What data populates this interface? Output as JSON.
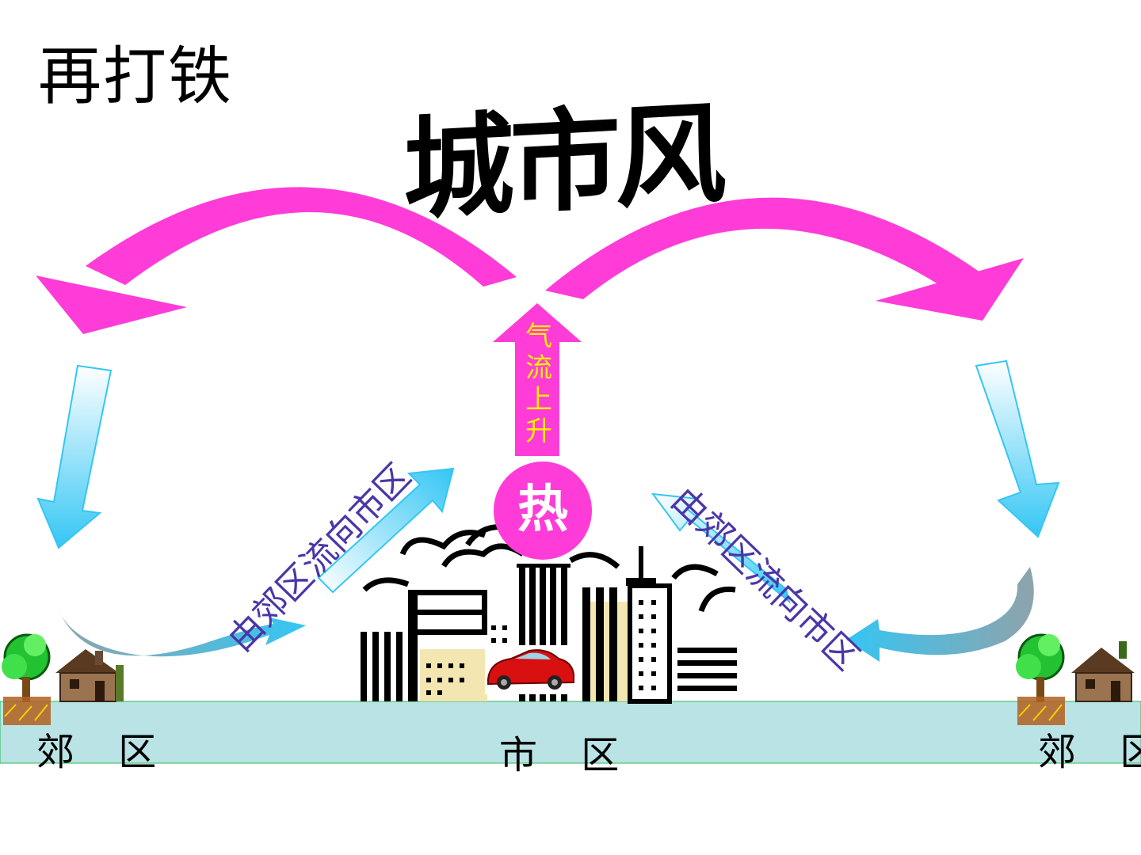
{
  "page_title": "再打铁",
  "diagram_title": "城市风",
  "labels": {
    "suburb_left": "郊 区",
    "city_center": "市 区",
    "suburb_right": "郊 区",
    "flow_left": "由郊区流向市区",
    "flow_right": "由郊区流向市区",
    "rising_air": "气流上升",
    "heat": "热"
  },
  "colors": {
    "upper_flow_arrows": "#ff3cd8",
    "rising_arrow": "#ff3cd8",
    "descending_arrows": "#40c8f0",
    "heat_circle": "#ff3cd8",
    "ground": "#b9e3e5",
    "flow_text": "#4b36a8",
    "rising_text": "#ffee00"
  },
  "icons": [
    "tree-icon",
    "house-icon",
    "car-icon",
    "skyline-icon",
    "cloud-icon"
  ]
}
